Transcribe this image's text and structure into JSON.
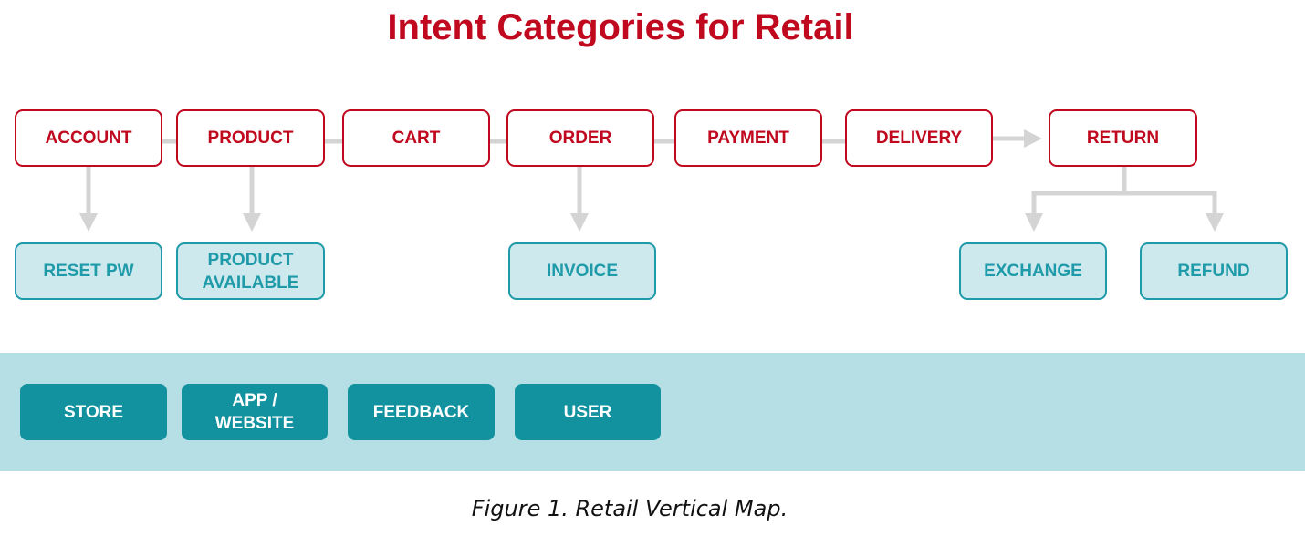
{
  "title": "Intent Categories for Retail",
  "colors": {
    "primary": "#c0091f",
    "secondary_text": "#1f9aa8",
    "secondary_fill": "#cde9ee",
    "band": "#b5dfe4",
    "channel_fill": "#12919f",
    "connector": "#d4d4d4"
  },
  "primary_nodes": [
    "ACCOUNT",
    "PRODUCT",
    "CART",
    "ORDER",
    "PAYMENT",
    "DELIVERY",
    "RETURN"
  ],
  "secondary_nodes": {
    "reset_pw": "RESET PW",
    "product_available": "PRODUCT\nAVAILABLE",
    "invoice": "INVOICE",
    "exchange": "EXCHANGE",
    "refund": "REFUND"
  },
  "channels": [
    "STORE",
    "APP /\nWEBSITE",
    "FEEDBACK",
    "USER"
  ],
  "caption": "Figure 1. Retail Vertical Map."
}
